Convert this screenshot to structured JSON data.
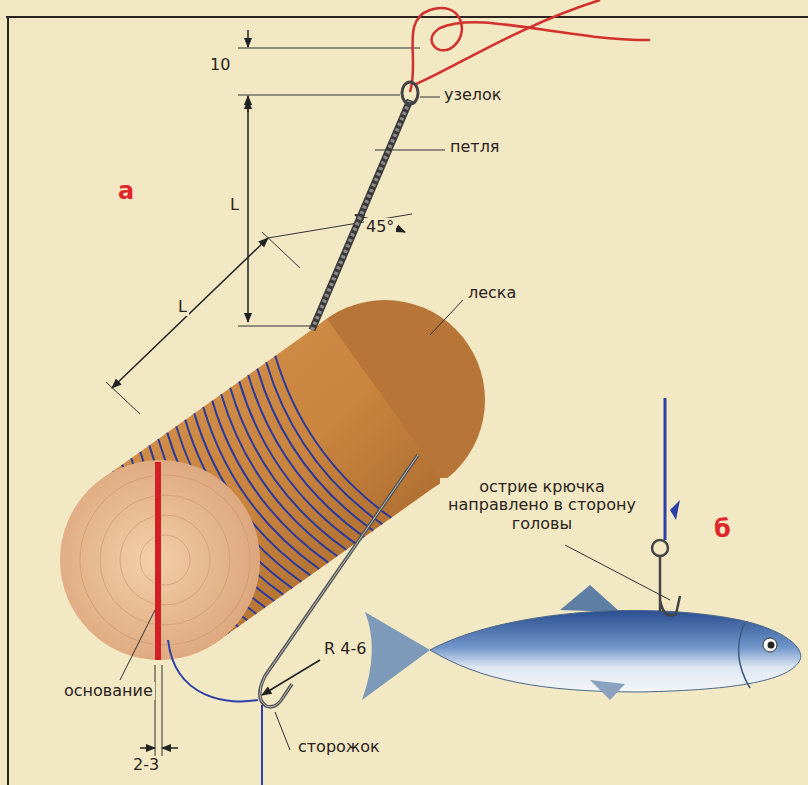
{
  "diagram": {
    "labels": [
      "10",
      "узелок",
      "петля",
      "L",
      "а",
      "45°",
      "L",
      "леска",
      "острие крючка направлено в сторону головы",
      "б",
      "R 4-6",
      "основание",
      "сторожок",
      "2-3"
    ]
  }
}
